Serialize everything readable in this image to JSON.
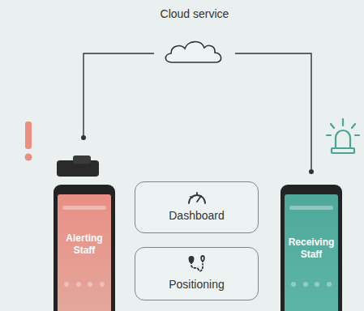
{
  "diagram": {
    "nodes": [
      {
        "text": [
          "Cloud service"
        ]
      },
      {
        "text": [
          "Alerting Staff"
        ]
      },
      {
        "text": [
          "Dashboard"
        ]
      },
      {
        "text": [
          "Positioning"
        ]
      },
      {
        "text": [
          "Receiving Staff"
        ]
      }
    ],
    "edges": [
      {
        "from": 0,
        "to": 1,
        "arrow": "none"
      },
      {
        "from": 0,
        "to": 4,
        "arrow": "none"
      }
    ]
  }
}
